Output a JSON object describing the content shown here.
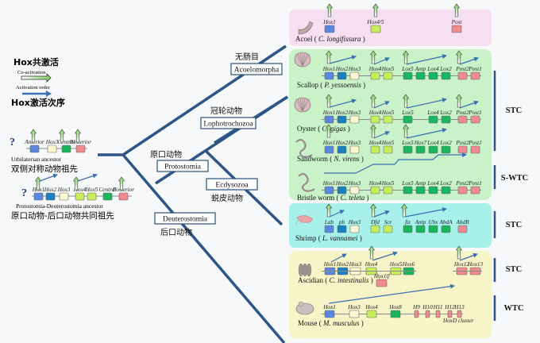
{
  "legend": {
    "coactivation_title": "Hox共激活",
    "coactivation_label": "Co-activation",
    "order_label": "Activation order",
    "order_title": "Hox激活次序"
  },
  "colors": {
    "branch": "#2c5687",
    "arrow_blue": "#3a6fb3",
    "coactivation_arrow": "#7bd35a",
    "gene_blue": "#5b86e0",
    "gene_teal": "#1a7fbf",
    "gene_cream": "#fbf7cf",
    "gene_lime": "#c6ee5a",
    "gene_green": "#19b65c",
    "gene_pink": "#f08a8e",
    "panel_acoel": "#f6dff0",
    "panel_lopho": "#c9f2c9",
    "panel_ecdy": "#a8f1ea",
    "panel_deut": "#f7f4c7"
  },
  "ancestors": [
    {
      "question": "?",
      "genes": [
        "Anterior",
        "Hox3",
        "Central",
        "Posterior"
      ],
      "name_en": "Urbilaterian ancestor",
      "name_zh": "双侧对称动物祖先"
    },
    {
      "question": "?",
      "genes": [
        "Hox1",
        "Hox2",
        "Hox3",
        "Hox4",
        "Hox5",
        "Central",
        "Posterior"
      ],
      "name_en": "Protostomia-Deuterostomia ancestor",
      "name_zh": "原口动物-后口动物共同祖先"
    }
  ],
  "clades": {
    "acoelomorpha": {
      "en": "Acoelomorpha",
      "zh": "无肠目"
    },
    "lophotrochozoa": {
      "en": "Lophotrochozoa",
      "zh": "冠轮动物"
    },
    "protostomia": {
      "en": "Protostomia",
      "zh": "原口动物"
    },
    "ecdysozoa": {
      "en": "Ecdysozoa",
      "zh": "蜕皮动物"
    },
    "deuterostomia": {
      "en": "Deuterostomia",
      "zh": "后口动物"
    }
  },
  "species": [
    {
      "common": "Acoel",
      "latin": "C. longifissura",
      "genes": [
        "Hox1",
        "Hox4/5",
        "Post"
      ]
    },
    {
      "common": "Scallop",
      "latin": "P. yessoensis",
      "genes": [
        "Hox1",
        "Hox2",
        "Hox3",
        "Hox4",
        "Hox5",
        "Lox5",
        "Antp",
        "Lox4",
        "Lox2",
        "Post2",
        "Post1"
      ]
    },
    {
      "common": "Oyster",
      "latin": "C. gigas",
      "genes": [
        "Hox1",
        "Hox2",
        "Hox3",
        "Hox4",
        "Hox5",
        "Lox5",
        "Lox4",
        "Lox2",
        "Post2",
        "Post1"
      ]
    },
    {
      "common": "Sandworm",
      "latin": "N. virens",
      "genes": [
        "Hox1",
        "Hox2",
        "Hox3",
        "Hox4",
        "Hox5",
        "Lox5",
        "Hox7",
        "Lox4",
        "Lox2",
        "Post2",
        "Post1"
      ]
    },
    {
      "common": "Bristle worm",
      "latin": "C. teleta",
      "genes": [
        "Hox1",
        "Hox2",
        "Hox3",
        "Hox4",
        "Hox5",
        "Lox5",
        "Antp",
        "Lox4",
        "Lox2",
        "Post2",
        "Post1"
      ]
    },
    {
      "common": "Shrimp",
      "latin": "L. vannamei",
      "genes": [
        "Lab",
        "pb",
        "Hox3",
        "Dfd",
        "Scr",
        "ftz",
        "Antp",
        "Ubx",
        "AbdA",
        "AbdB"
      ]
    },
    {
      "common": "Ascidian",
      "latin": "C. intestinalis",
      "genes": [
        "Hox1",
        "Hox2",
        "Hox3",
        "Hox4",
        "Hox5",
        "Hox6",
        "Hox10",
        "Hox12",
        "Hox13"
      ]
    },
    {
      "common": "Mouse",
      "latin": "M. musculus",
      "genes": [
        "Hox1",
        "Hox3",
        "Hox4",
        "Hox8",
        "H9",
        "H10",
        "H11",
        "H12",
        "H13"
      ],
      "note": "HoxD cluster"
    }
  ],
  "cluster_types": [
    "STC",
    "S-WTC",
    "STC",
    "STC",
    "WTC"
  ]
}
